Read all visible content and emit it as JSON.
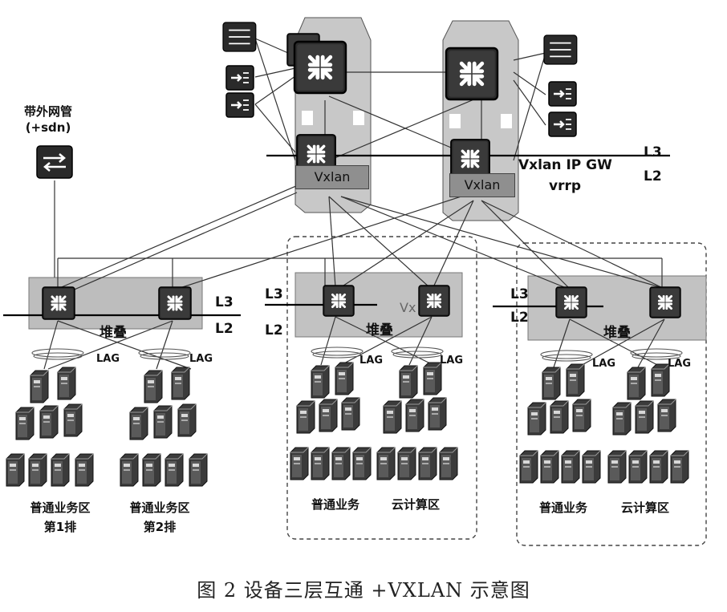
{
  "caption": "图 2 设备三层互通 +VXLAN 示意图",
  "oob": {
    "title": "带外网管",
    "subtitle": "(+sdn)"
  },
  "core": {
    "vxlan_left": "Vxlan",
    "vxlan_right": "Vxlan",
    "gw_label": "Vxlan IP GW",
    "vrrp_label": "vrrp",
    "l3": "L3",
    "l2": "L2"
  },
  "zone_left": {
    "l3": "L3",
    "l2": "L2",
    "stack": "堆叠",
    "lag1": "LAG",
    "lag2": "LAG",
    "group1_line1": "普通业务区",
    "group1_line2": "第1排",
    "group2_line1": "普通业务区",
    "group2_line2": "第2排"
  },
  "zone_mid": {
    "l3": "L3",
    "l2": "L2",
    "stack": "堆叠",
    "vx_overlay": "Vx",
    "lag1": "LAG",
    "lag2": "LAG",
    "group1": "普通业务",
    "group2": "云计算区"
  },
  "zone_right": {
    "l3": "L3",
    "l2": "L2",
    "stack": "堆叠",
    "lag1": "LAG",
    "lag2": "LAG",
    "group1": "普通业务",
    "group2": "云计算区"
  },
  "colors": {
    "device_dark": "#2a2a2a",
    "stack_box": "#b9b9b9",
    "chassis": "#cfcfcf",
    "line": "#333333"
  }
}
